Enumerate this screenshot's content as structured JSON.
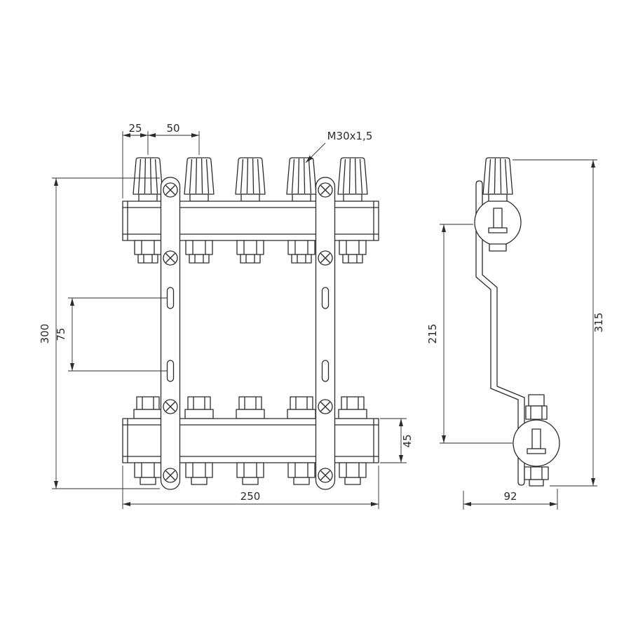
{
  "drawing": {
    "type": "technical-drawing",
    "subject": "heating manifold with flow valves, front and side views",
    "colors": {
      "background": "#ffffff",
      "line": "#2b2b2b"
    },
    "front_view": {
      "valve_count": "5",
      "thread_label": "M30x1,5",
      "dims": {
        "d25": "25",
        "d50": "50",
        "d300": "300",
        "d75": "75",
        "d45": "45",
        "d250": "250"
      }
    },
    "side_view": {
      "dims": {
        "d215": "215",
        "d315": "315",
        "d92": "92"
      }
    }
  }
}
